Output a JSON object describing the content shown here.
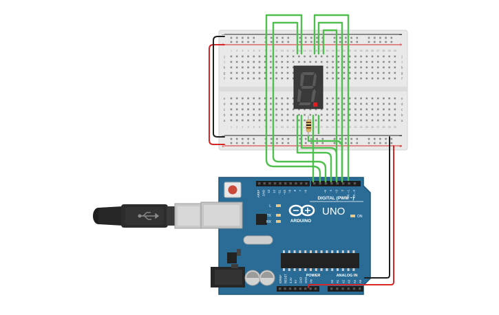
{
  "breadboard": {
    "rail_plus": "+",
    "rail_minus": "−",
    "row_letters_top": [
      "j",
      "i",
      "h",
      "g",
      "f"
    ],
    "row_letters_bottom": [
      "e",
      "d",
      "c",
      "b",
      "a"
    ],
    "column_numbers": [
      "1",
      "2",
      "3",
      "4",
      "5",
      "6",
      "7",
      "8",
      "9",
      "10",
      "11",
      "12",
      "13",
      "14",
      "15",
      "16",
      "17",
      "18",
      "19",
      "20",
      "21",
      "22",
      "23",
      "24",
      "25",
      "26",
      "27",
      "28",
      "29",
      "30"
    ]
  },
  "display": {
    "digit": "8"
  },
  "arduino": {
    "brand": "ARDUINO",
    "model": "UNO",
    "digital_label": "DIGITAL (PWM ~)",
    "power_label": "POWER",
    "analog_label": "ANALOG IN",
    "on_label": "ON",
    "led_l": "L",
    "led_tx": "TX",
    "led_rx": "RX",
    "top_pins": [
      "AREF",
      "GND",
      "13",
      "12",
      "~11",
      "~10",
      "~9",
      "8",
      "7",
      "~6",
      "~5",
      "4",
      "~3",
      "2",
      "TX→1",
      "RX←0"
    ],
    "power_pins": [
      "IOREF",
      "RESET",
      "3.3V",
      "5V",
      "GND",
      "GND",
      "Vin"
    ],
    "analog_pins": [
      "A0",
      "A1",
      "A2",
      "A3",
      "A4",
      "A5"
    ]
  },
  "colors": {
    "board_blue": "#2b6c96",
    "breadboard": "#e9e9e9",
    "wire_green": "#4fbf4f",
    "wire_red": "#d62626",
    "wire_black": "#1e1e1e",
    "segment_display": "#3a3a3a",
    "segment_off": "#5a5a5a",
    "dot_on": "#e02020"
  }
}
